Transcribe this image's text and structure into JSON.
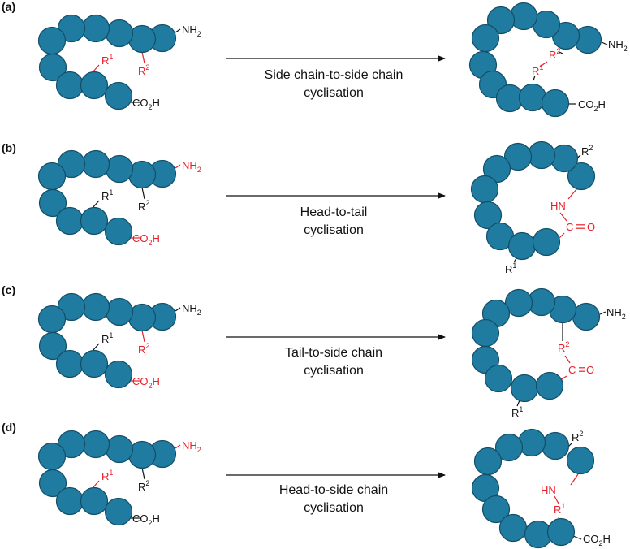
{
  "colors": {
    "bead_fill": "#1F7BA0",
    "bead_stroke": "#124E68",
    "black": "#111111",
    "red": "#E8202A"
  },
  "panels": [
    {
      "label": "(a)",
      "arrow_text": [
        "Side chain-to-side chain",
        "cyclisation"
      ],
      "reactant": {
        "nh2": {
          "text": "NH",
          "sub": "2",
          "color": "black"
        },
        "co2h": {
          "text": "CO",
          "sub": "2",
          "tail": "H",
          "color": "black"
        },
        "r1": {
          "text": "R",
          "sup": "1",
          "color": "red"
        },
        "r2": {
          "text": "R",
          "sup": "2",
          "color": "red"
        }
      },
      "product": {
        "labels": [
          {
            "key": "r1",
            "text": "R",
            "sup": "1",
            "color": "red"
          },
          {
            "key": "r2",
            "text": "R",
            "sup": "2",
            "color": "red"
          },
          {
            "key": "nh2",
            "text": "NH",
            "sub": "2",
            "color": "black"
          },
          {
            "key": "co2h",
            "text": "CO",
            "sub": "2",
            "tail": "H",
            "color": "black"
          }
        ]
      }
    },
    {
      "label": "(b)",
      "arrow_text": [
        "Head-to-tail",
        "cyclisation"
      ],
      "reactant": {
        "nh2": {
          "text": "NH",
          "sub": "2",
          "color": "red"
        },
        "co2h": {
          "text": "CO",
          "sub": "2",
          "tail": "H",
          "color": "red"
        },
        "r1": {
          "text": "R",
          "sup": "1",
          "color": "black"
        },
        "r2": {
          "text": "R",
          "sup": "2",
          "color": "black"
        }
      },
      "product": {
        "labels": [
          {
            "key": "r2",
            "text": "R",
            "sup": "2",
            "color": "black"
          },
          {
            "key": "hn",
            "text": "HN",
            "color": "red"
          },
          {
            "key": "c",
            "text": "C",
            "color": "red"
          },
          {
            "key": "o",
            "text": "O",
            "color": "red"
          },
          {
            "key": "r1",
            "text": "R",
            "sup": "1",
            "color": "black"
          }
        ]
      }
    },
    {
      "label": "(c)",
      "arrow_text": [
        "Tail-to-side chain",
        "cyclisation"
      ],
      "reactant": {
        "nh2": {
          "text": "NH",
          "sub": "2",
          "color": "black"
        },
        "co2h": {
          "text": "CO",
          "sub": "2",
          "tail": "H",
          "color": "red"
        },
        "r1": {
          "text": "R",
          "sup": "1",
          "color": "black"
        },
        "r2": {
          "text": "R",
          "sup": "2",
          "color": "red"
        }
      },
      "product": {
        "labels": [
          {
            "key": "nh2",
            "text": "NH",
            "sub": "2",
            "color": "black"
          },
          {
            "key": "r2",
            "text": "R",
            "sup": "2",
            "color": "red"
          },
          {
            "key": "c",
            "text": "C",
            "color": "red"
          },
          {
            "key": "o",
            "text": "O",
            "color": "red"
          },
          {
            "key": "r1",
            "text": "R",
            "sup": "1",
            "color": "black"
          }
        ]
      }
    },
    {
      "label": "(d)",
      "arrow_text": [
        "Head-to-side chain",
        "cyclisation"
      ],
      "reactant": {
        "nh2": {
          "text": "NH",
          "sub": "2",
          "color": "red"
        },
        "co2h": {
          "text": "CO",
          "sub": "2",
          "tail": "H",
          "color": "black"
        },
        "r1": {
          "text": "R",
          "sup": "1",
          "color": "red"
        },
        "r2": {
          "text": "R",
          "sup": "2",
          "color": "black"
        }
      },
      "product": {
        "labels": [
          {
            "key": "r2",
            "text": "R",
            "sup": "2",
            "color": "black"
          },
          {
            "key": "hn",
            "text": "HN",
            "color": "red"
          },
          {
            "key": "r1",
            "text": "R",
            "sup": "1",
            "color": "red"
          },
          {
            "key": "co2h",
            "text": "CO",
            "sub": "2",
            "tail": "H",
            "color": "black"
          }
        ]
      }
    }
  ]
}
